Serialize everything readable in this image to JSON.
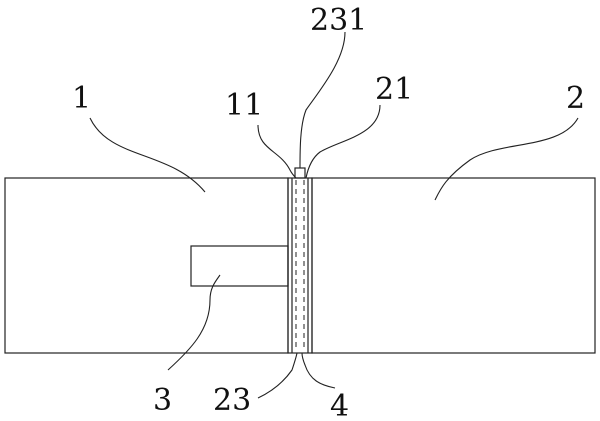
{
  "labels": {
    "part_1": "1",
    "part_2": "2",
    "part_3": "3",
    "part_4": "4",
    "part_11": "11",
    "part_21": "21",
    "part_23": "23",
    "part_231": "231"
  },
  "colors": {
    "line": "#222222",
    "background": "#ffffff"
  }
}
